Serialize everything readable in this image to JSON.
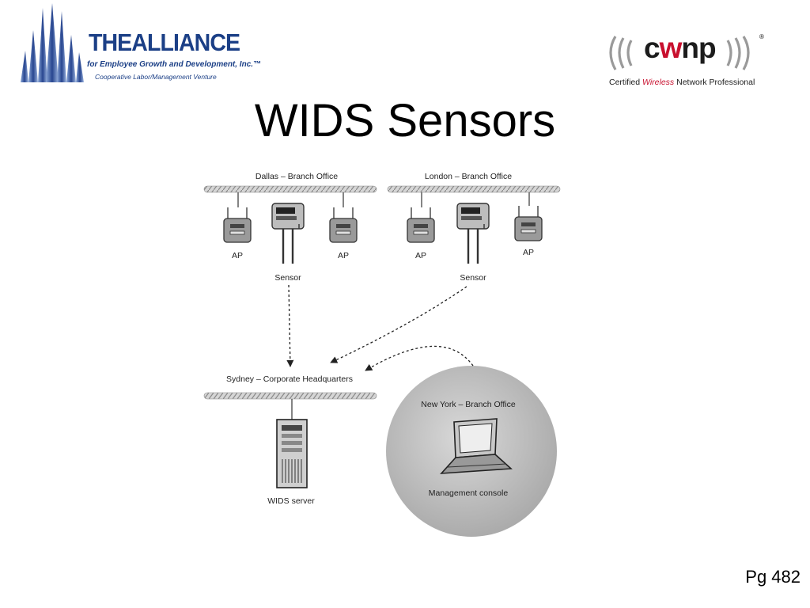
{
  "slide": {
    "title": "WIDS Sensors",
    "page_number": "Pg 482"
  },
  "logos": {
    "alliance": {
      "name": "THEALLIANCE",
      "subtitle": "for Employee Growth and Development, Inc.",
      "tagline": "Cooperative Labor/Management Venture",
      "tm": "™",
      "color": "#1b3f86"
    },
    "cwnp": {
      "name_prefix": "c",
      "name_w": "w",
      "name_suffix": "np",
      "registered": "®",
      "tag_prefix": "Certified ",
      "tag_red": "Wireless",
      "tag_suffix": " Network Professional",
      "accent": "#c8102e"
    }
  },
  "diagram": {
    "dallas": {
      "label": "Dallas – Branch Office",
      "ap_left": "AP",
      "ap_right": "AP",
      "sensor": "Sensor"
    },
    "london": {
      "label": "London – Branch Office",
      "ap_left": "AP",
      "ap_right": "AP",
      "sensor": "Sensor"
    },
    "sydney": {
      "label": "Sydney – Corporate Headquarters",
      "server": "WIDS server"
    },
    "new_york": {
      "label": "New York – Branch Office",
      "console": "Management console"
    }
  }
}
